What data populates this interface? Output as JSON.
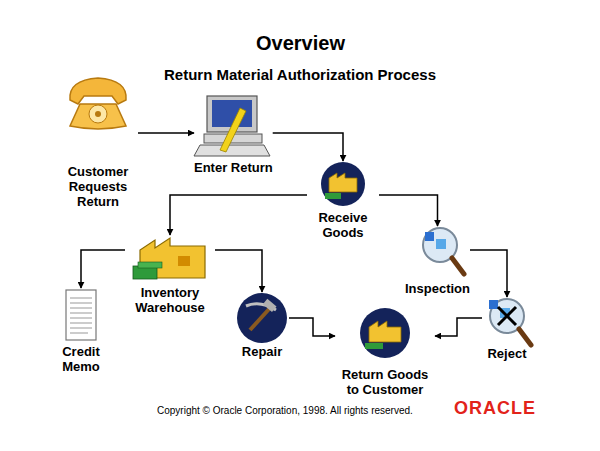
{
  "diagram": {
    "title": "Overview",
    "nodes": [
      {
        "text": [
          "Customer Requests Return"
        ]
      },
      {
        "text": [
          "Enter Return"
        ]
      },
      {
        "text": [
          "Receive Goods"
        ]
      },
      {
        "text": [
          "Inventory Warehouse"
        ]
      },
      {
        "text": [
          "Inspection"
        ]
      },
      {
        "text": [
          "Credit Memo"
        ]
      },
      {
        "text": [
          "Repair"
        ]
      },
      {
        "text": [
          "Reject"
        ]
      },
      {
        "text": [
          "Return Goods to Customer"
        ]
      }
    ],
    "edges": [
      {
        "from": 0,
        "to": 1,
        "arrow": "to"
      },
      {
        "from": 1,
        "to": 2,
        "arrow": "to"
      },
      {
        "from": 2,
        "to": 3,
        "arrow": "to"
      },
      {
        "from": 2,
        "to": 4,
        "arrow": "to"
      },
      {
        "from": 3,
        "to": 5,
        "arrow": "to"
      },
      {
        "from": 3,
        "to": 6,
        "arrow": "to"
      },
      {
        "from": 4,
        "to": 7,
        "arrow": "to"
      },
      {
        "from": 6,
        "to": 8,
        "arrow": "to"
      },
      {
        "from": 7,
        "to": 8,
        "arrow": "to"
      }
    ],
    "labels": [
      "Return Material Authorization Process",
      "Copyright © Oracle Corporation, 1998. All rights reserved.",
      "ORACLE"
    ]
  }
}
